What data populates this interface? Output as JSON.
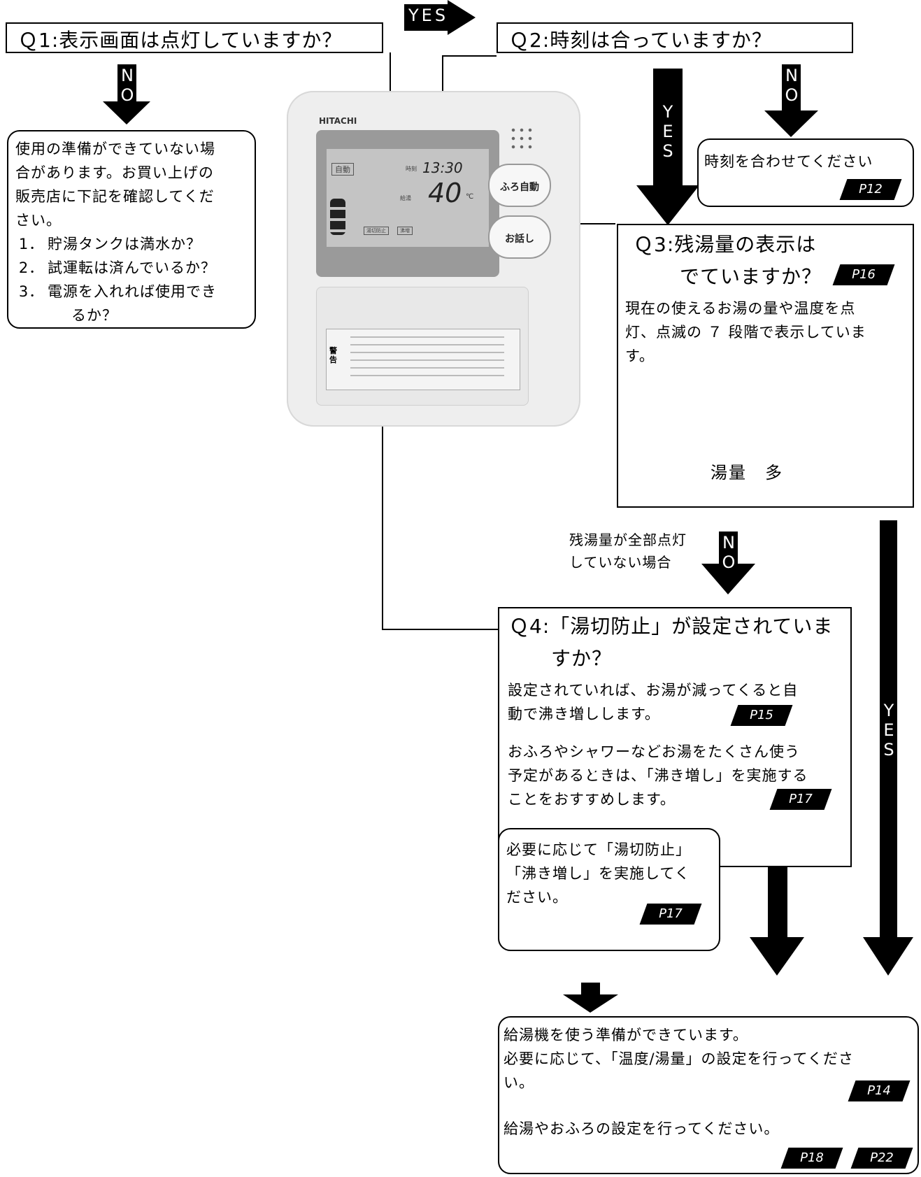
{
  "q1": {
    "title": "Ｑ1:表示画面は点灯していますか？"
  },
  "q1_no": {
    "lines": [
      "使用の準備ができていない場",
      "合があります。お買い上げの",
      "販売店に下記を確認してくだ",
      "さい。"
    ],
    "items": [
      {
        "num": "1．",
        "text": "貯湯タンクは満水か？"
      },
      {
        "num": "2．",
        "text": "試運転は済んでいるか？"
      },
      {
        "num": "3．",
        "text": "電源を入れれば使用でき"
      }
    ],
    "item3_cont": "るか？"
  },
  "q2": {
    "title": "Ｑ2:時刻は合っていますか？"
  },
  "q2_no": {
    "text": "時刻を合わせてください",
    "page": "P12"
  },
  "q3": {
    "title1": "Ｑ3:残湯量の表示は",
    "title2": "でていますか？",
    "page": "P16",
    "body": [
      "現在の使えるお湯の量や温度を点",
      "灯、点滅の ７ 段階で表示していま",
      "す。"
    ],
    "arrow_label": "湯量　多"
  },
  "q3_no_label": [
    "残湯量が全部点灯",
    "していない場合"
  ],
  "q4": {
    "title1": "Ｑ4:「湯切防止」が設定されていま",
    "title2": "すか？",
    "body1": [
      "設定されていれば、お湯が減ってくると自",
      "動で沸き増しします。"
    ],
    "page1": "P15",
    "body2": [
      "おふろやシャワーなどお湯をたくさん使う",
      "予定があるときは、「沸き増し」を実施する",
      "ことをおすすめします。"
    ],
    "page2": "P17"
  },
  "q4_no": {
    "lines": [
      "必要に応じて「湯切防止」",
      "「沸き増し」を実施してく",
      "ださい。"
    ],
    "page": "P17"
  },
  "final": {
    "lines": [
      "給湯機を使う準備ができています。",
      "必要に応じて、「温度/湯量」の設定を行ってくださ",
      "い。"
    ],
    "page1": "P14",
    "line2": "給湯やおふろの設定を行ってください。",
    "page2": "P18",
    "page3": "P22"
  },
  "labels": {
    "yes": "YES",
    "no": "NO"
  },
  "device": {
    "brand": "HITACHI",
    "time": "13:30",
    "temp": "40",
    "temp_unit": "℃",
    "btn_bath": "ふろ自動",
    "btn_talk": "お話し",
    "warning": "警告",
    "lcd_top_left": "自動",
    "lcd_label_time": "時刻",
    "lcd_label_temp": "給湯",
    "lcd_bottom1": "湯切防止",
    "lcd_bottom2": "沸増"
  }
}
